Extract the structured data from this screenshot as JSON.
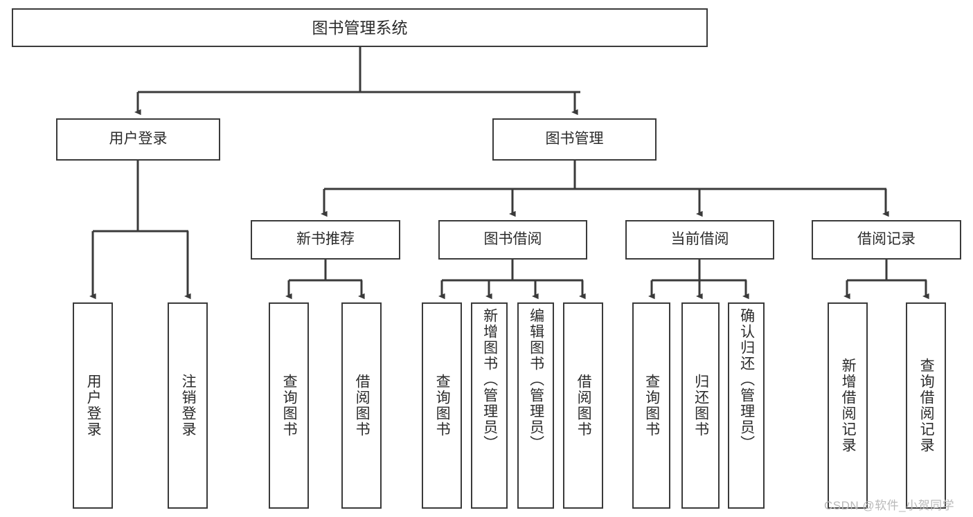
{
  "diagram": {
    "title": "图书管理系统",
    "type": "hierarchy-tree",
    "colors": {
      "stroke": "#3a3a3a",
      "fill": "#ffffff",
      "text": "#2b2b2b",
      "watermark": "#b9b9b9"
    },
    "root": {
      "label": "图书管理系统"
    },
    "level2": [
      {
        "label": "用户登录"
      },
      {
        "label": "图书管理"
      }
    ],
    "level3": [
      {
        "label": "新书推荐"
      },
      {
        "label": "图书借阅"
      },
      {
        "label": "当前借阅"
      },
      {
        "label": "借阅记录"
      }
    ],
    "leaves": {
      "user_login": [
        {
          "label": "用户登录"
        },
        {
          "label": "注销登录"
        }
      ],
      "new_book": [
        {
          "label": "查询图书"
        },
        {
          "label": "借阅图书"
        }
      ],
      "book_borrow": [
        {
          "label": "查询图书"
        },
        {
          "label": "新增图书（管理员）"
        },
        {
          "label": "编辑图书（管理员）"
        },
        {
          "label": "借阅图书"
        }
      ],
      "current_borrow": [
        {
          "label": "查询图书"
        },
        {
          "label": "归还图书"
        },
        {
          "label": "确认归还（管理员）"
        }
      ],
      "borrow_record": [
        {
          "label": "新增借阅记录"
        },
        {
          "label": "查询借阅记录"
        }
      ]
    }
  },
  "watermark": {
    "text": "CSDN @软件_小贺同学"
  }
}
